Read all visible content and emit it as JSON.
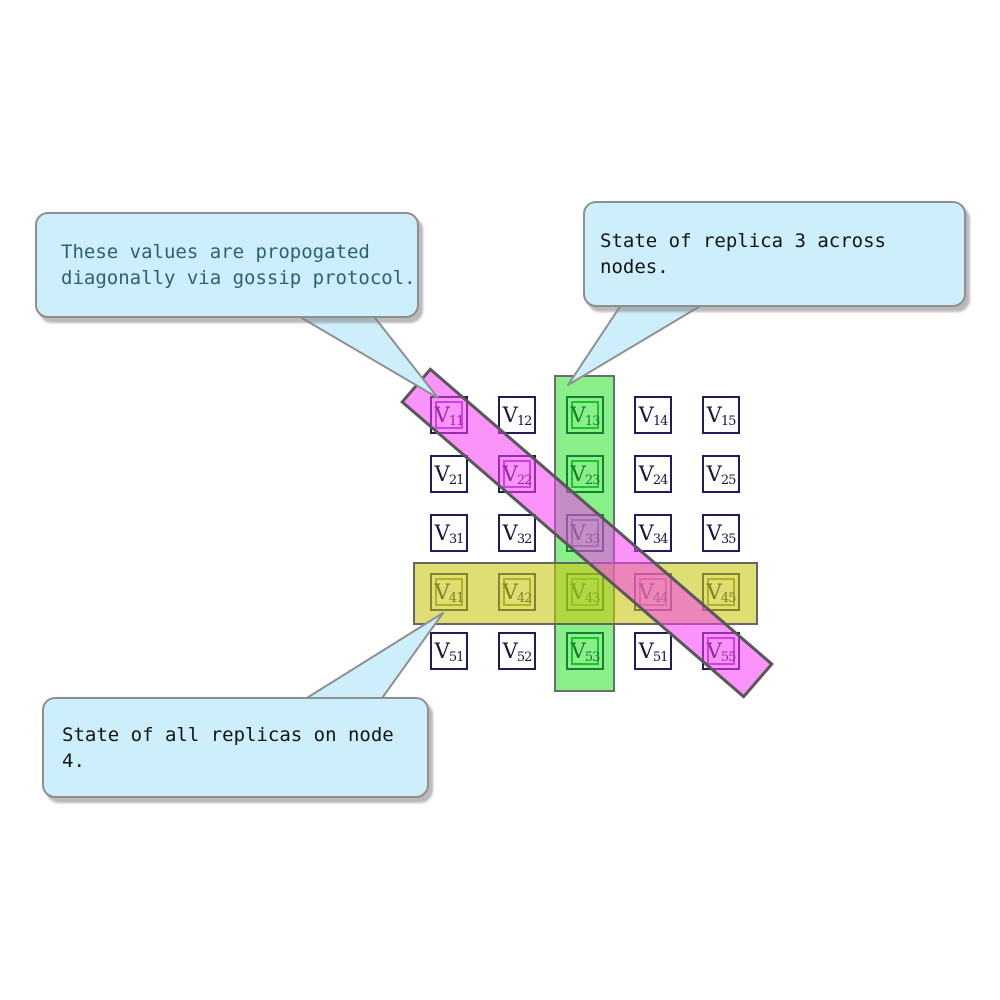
{
  "callouts": {
    "diagonal": {
      "text_lines": [
        "These values are propogated",
        "diagonally via gossip protocol."
      ],
      "text_color": "#2e5f75"
    },
    "column": {
      "text": "State of replica 3 across nodes.",
      "text_color": "#141414"
    },
    "row": {
      "text": "State of all replicas on node 4.",
      "text_color": "#141414"
    }
  },
  "matrix": {
    "symbol": "V",
    "rows": 5,
    "cols": 5,
    "border_color": "#1c1c5e",
    "cells": [
      {
        "sub": "11",
        "highlight": "#9c45cc"
      },
      {
        "sub": "12",
        "highlight": null
      },
      {
        "sub": "13",
        "highlight": "#2f9e46"
      },
      {
        "sub": "14",
        "highlight": null
      },
      {
        "sub": "15",
        "highlight": null
      },
      {
        "sub": "21",
        "highlight": null
      },
      {
        "sub": "22",
        "highlight": "#9c45cc"
      },
      {
        "sub": "23",
        "highlight": "#2f9e46"
      },
      {
        "sub": "24",
        "highlight": null
      },
      {
        "sub": "25",
        "highlight": null
      },
      {
        "sub": "31",
        "highlight": null
      },
      {
        "sub": "32",
        "highlight": null
      },
      {
        "sub": "33",
        "highlight": "#8673ae"
      },
      {
        "sub": "34",
        "highlight": null
      },
      {
        "sub": "35",
        "highlight": null
      },
      {
        "sub": "41",
        "highlight": "#90903c"
      },
      {
        "sub": "42",
        "highlight": "#90903c"
      },
      {
        "sub": "43",
        "highlight": "#7da33b"
      },
      {
        "sub": "44",
        "highlight": "#bb6ba8"
      },
      {
        "sub": "45",
        "highlight": "#90903c"
      },
      {
        "sub": "51",
        "highlight": null
      },
      {
        "sub": "52",
        "highlight": null
      },
      {
        "sub": "53",
        "highlight": "#2f9e46"
      },
      {
        "sub": "51",
        "highlight": null
      },
      {
        "sub": "55",
        "highlight": "#9c45cc"
      }
    ]
  },
  "highlights": {
    "column_band": {
      "fill": "rgba(20,225,20,0.5)",
      "meaning": "replica 3 column"
    },
    "row_band": {
      "fill": "rgba(200,200,20,0.6)",
      "meaning": "node 4 row"
    },
    "diagonal_band": {
      "fill": "rgba(245,60,245,0.55)",
      "meaning": "gossip diagonal"
    }
  },
  "callout_style": {
    "fill": "#cdeefb",
    "border": "#8f8f8f"
  }
}
